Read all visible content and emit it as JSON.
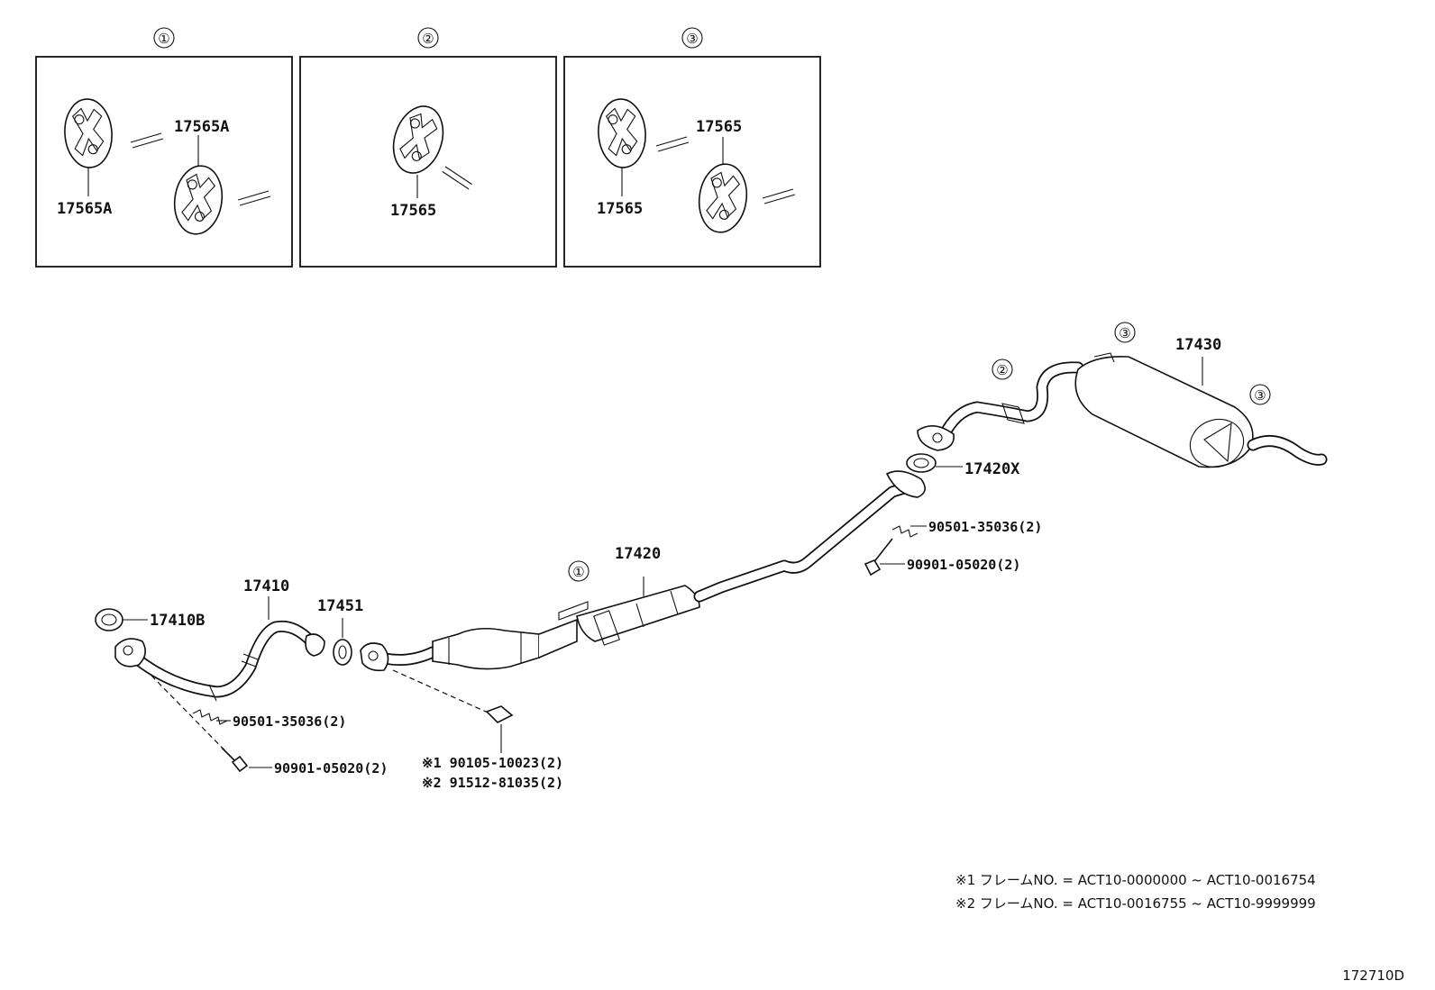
{
  "figure_code": "172710D",
  "detail_boxes": [
    {
      "ref": "①",
      "labels": [
        "17565A",
        "17565A"
      ]
    },
    {
      "ref": "②",
      "labels": [
        "17565"
      ]
    },
    {
      "ref": "③",
      "labels": [
        "17565",
        "17565"
      ]
    }
  ],
  "main_refs": {
    "front_hanger": "①",
    "center_hanger": "②",
    "rear_hanger_top": "③",
    "rear_hanger_side": "③"
  },
  "parts": {
    "gasket_front": "17410B",
    "front_pipe": "17410",
    "gasket_ring": "17451",
    "center_pipe": "17420",
    "gasket_rear": "17420X",
    "tail_pipe": "17430",
    "spring_front": "90501-35036(2)",
    "bolt_front": "90901-05020(2)",
    "spring_rear": "90501-35036(2)",
    "bolt_rear": "90901-05020(2)",
    "nut_variant_1": "※1 90105-10023(2)",
    "nut_variant_2": "※2 91512-81035(2)"
  },
  "notes": [
    "※1 フレームNO. = ACT10-0000000 ~ ACT10-0016754",
    "※2 フレームNO. = ACT10-0016755 ~ ACT10-9999999"
  ]
}
